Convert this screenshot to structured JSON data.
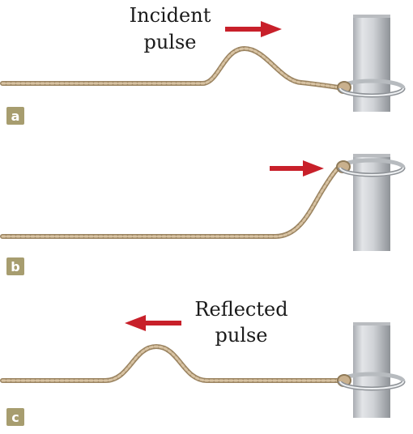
{
  "panels": [
    {
      "tag": "a",
      "caption_lines": [
        "Incident",
        "pulse"
      ],
      "arrow_direction": "right"
    },
    {
      "tag": "b",
      "caption_lines": [],
      "arrow_direction": "right"
    },
    {
      "tag": "c",
      "caption_lines": [
        "Reflected",
        "pulse"
      ],
      "arrow_direction": "left"
    }
  ],
  "colors": {
    "rope": "#c9b08d",
    "rope_dark": "#9b8461",
    "arrow": "#c8202a",
    "tag_bg": "#a79d6f",
    "pole_light": "#e6e7e9",
    "pole_mid": "#c2c5c9",
    "pole_dark": "#8e9297"
  }
}
